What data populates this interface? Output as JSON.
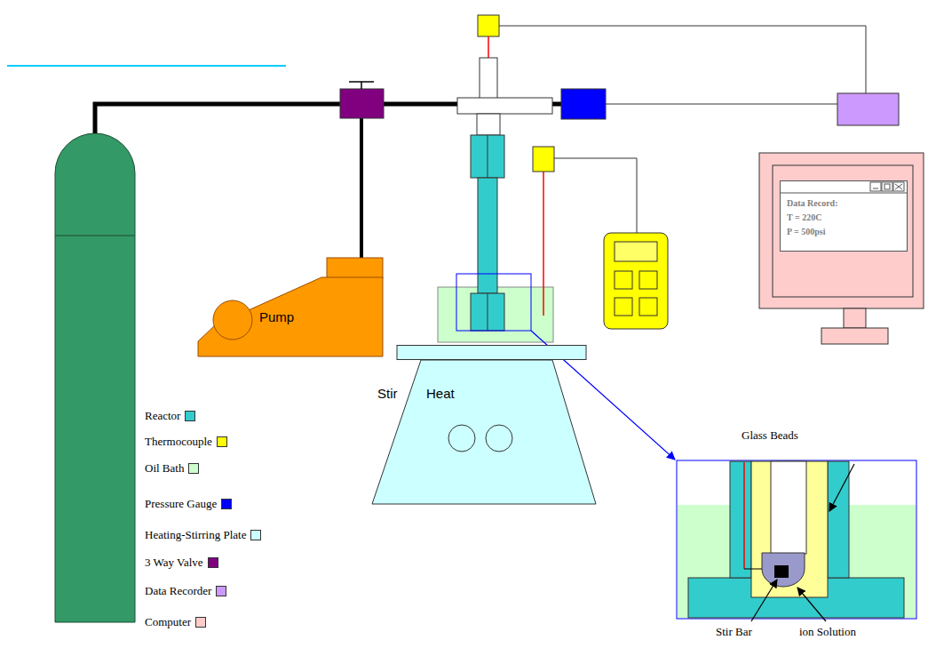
{
  "diagram": {
    "nodes": [
      {
        "text": [
          "Pump"
        ]
      },
      {
        "text": [
          "Stir",
          "Heat"
        ]
      },
      {
        "text": [
          "Data Record:",
          "T = 220C",
          "P = 500psi"
        ]
      }
    ],
    "labels": [
      "Glass Beads",
      "Stir Bar",
      "ion Solution"
    ],
    "legend": [
      {
        "text": "Reactor",
        "color": "#33cccc"
      },
      {
        "text": "Thermocouple",
        "color": "#ffff00"
      },
      {
        "text": "Oil Bath",
        "color": "#ccffcc"
      },
      {
        "text": "Pressure Gauge",
        "color": "#0000ff"
      },
      {
        "text": "Heating-Stirring Plate",
        "color": "#ccffff"
      },
      {
        "text": "3 Way Valve",
        "color": "#800080"
      },
      {
        "text": "Data Recorder",
        "color": "#cc99ff"
      },
      {
        "text": "Computer",
        "color": "#ffcccc"
      }
    ]
  }
}
